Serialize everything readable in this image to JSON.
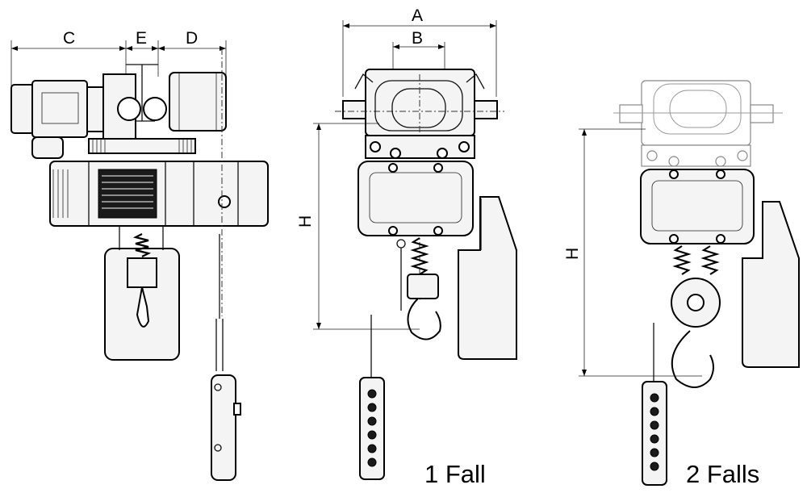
{
  "dimension_labels": {
    "c": "C",
    "e": "E",
    "d": "D",
    "a": "A",
    "b": "B",
    "h_single": "H",
    "h_double": "H"
  },
  "captions": {
    "single_fall": "1 Fall",
    "double_fall": "2 Falls"
  }
}
